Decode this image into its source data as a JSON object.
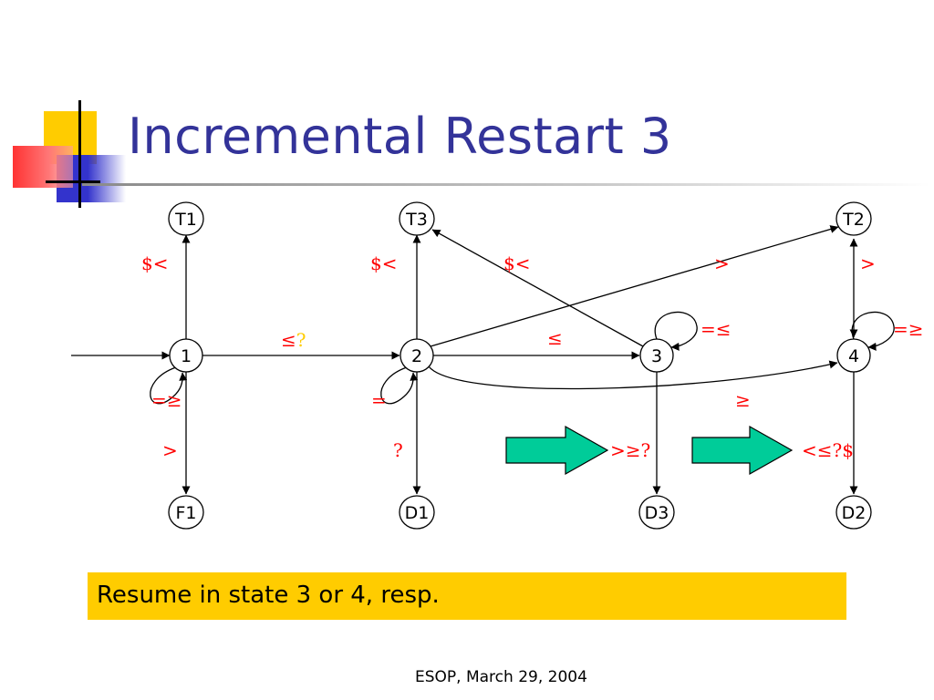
{
  "slide": {
    "title": "Incremental Restart 3",
    "callout": "Resume in state 3 or 4, resp.",
    "footer": "ESOP, March 29, 2004"
  },
  "colors": {
    "title": "#333399",
    "label_red": "#ff0000",
    "label_gold": "#ffcc00",
    "callout_bg": "#ffcc00",
    "arrow_fill": "#00cc99"
  },
  "diagram": {
    "nodes": [
      {
        "id": "T1",
        "label": "T1"
      },
      {
        "id": "T3",
        "label": "T3"
      },
      {
        "id": "T2",
        "label": "T2"
      },
      {
        "id": "n1",
        "label": "1"
      },
      {
        "id": "n2",
        "label": "2"
      },
      {
        "id": "n3",
        "label": "3"
      },
      {
        "id": "n4",
        "label": "4"
      },
      {
        "id": "F1",
        "label": "F1"
      },
      {
        "id": "D1",
        "label": "D1"
      },
      {
        "id": "D3",
        "label": "D3"
      },
      {
        "id": "D2",
        "label": "D2"
      }
    ],
    "edges": [
      {
        "from": "start",
        "to": "n1",
        "label": ""
      },
      {
        "from": "n1",
        "to": "T1",
        "label": "$<"
      },
      {
        "from": "n1",
        "to": "n1",
        "label": "=≥"
      },
      {
        "from": "n1",
        "to": "F1",
        "label": ">"
      },
      {
        "from": "n1",
        "to": "n2",
        "label": "≤?"
      },
      {
        "from": "n2",
        "to": "T3",
        "label": "$<"
      },
      {
        "from": "n2",
        "to": "n2",
        "label": "="
      },
      {
        "from": "n2",
        "to": "D1",
        "label": "?"
      },
      {
        "from": "n2",
        "to": "n3",
        "label": "≤"
      },
      {
        "from": "n2",
        "to": "T2",
        "label": ">"
      },
      {
        "from": "n2",
        "to": "n4",
        "label": "≥"
      },
      {
        "from": "n3",
        "to": "T3",
        "label": "$<"
      },
      {
        "from": "n3",
        "to": "n3",
        "label": "=≤"
      },
      {
        "from": "n3",
        "to": "D3",
        "label": ">≥?"
      },
      {
        "from": "n4",
        "to": "T2",
        "label": ">"
      },
      {
        "from": "n4",
        "to": "n4",
        "label": "=≥"
      },
      {
        "from": "n4",
        "to": "D2",
        "label": "<≤?$"
      }
    ],
    "resume_arrows": [
      {
        "points_to": "n3"
      },
      {
        "points_to": "n4"
      }
    ]
  }
}
